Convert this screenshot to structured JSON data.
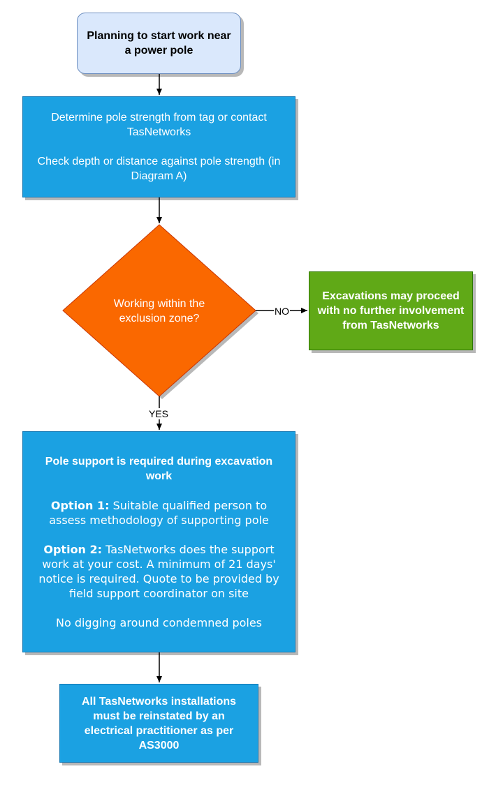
{
  "nodes": {
    "start": {
      "text": "Planning to start work near a power pole",
      "fill": "#dae8fc"
    },
    "determine": {
      "line1": "Determine pole strength from tag or contact TasNetworks",
      "line2": "Check depth or distance against pole strength (in Diagram A)",
      "fill": "#1ba1e2"
    },
    "decision": {
      "text": "Working within the exclusion zone?",
      "fill": "#fa6800"
    },
    "proceed": {
      "text": "Excavations may proceed with no further involvement from TasNetworks",
      "fill": "#60a917"
    },
    "support": {
      "title": "Pole support is required during excavation work",
      "option1_label": "Option 1:",
      "option1_text": " Suitable qualified person to assess methodology of supporting pole",
      "option2_label": "Option 2:",
      "option2_text": " TasNetworks does the support work at your cost. A minimum of 21 days' notice is required. Quote to be provided by field support coordinator on site",
      "note": "No digging around condemned poles",
      "fill": "#1ba1e2"
    },
    "reinstate": {
      "text": "All TasNetworks installations must be reinstated by an electrical practitioner as per AS3000",
      "fill": "#1ba1e2"
    }
  },
  "edges": {
    "no_label": "NO",
    "yes_label": "YES"
  }
}
